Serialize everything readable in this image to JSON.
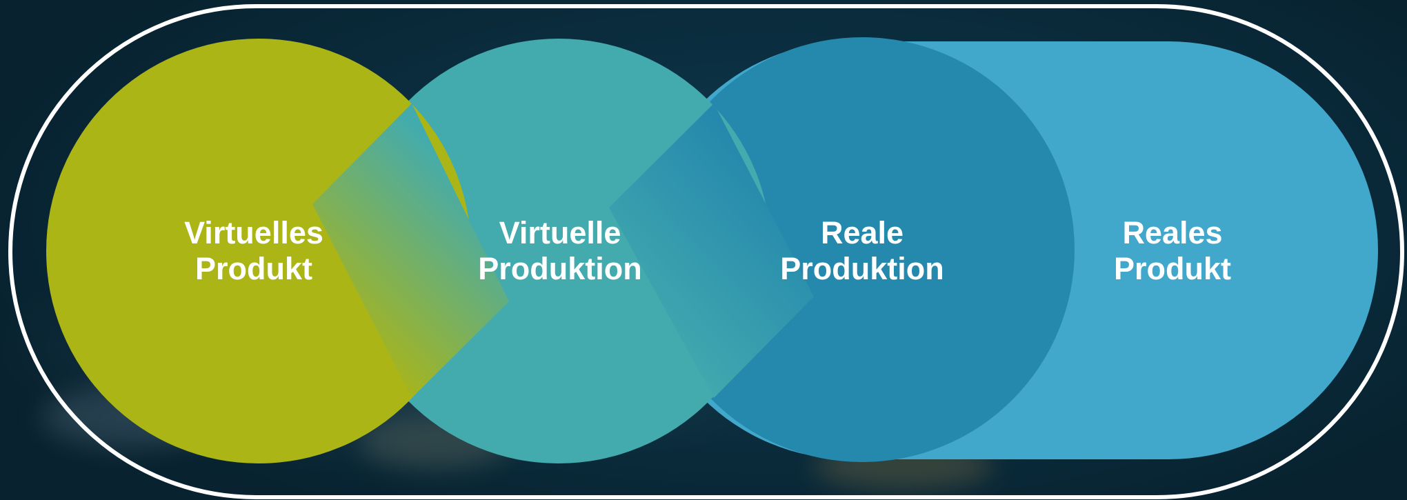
{
  "diagram": {
    "stages": [
      {
        "line1": "Virtuelles",
        "line2": "Produkt",
        "color": "#abb516"
      },
      {
        "line1": "Virtuelle",
        "line2": "Produktion",
        "color": "#43abae"
      },
      {
        "line1": "Reale",
        "line2": "Produktion",
        "color": "#2589ad"
      },
      {
        "line1": "Reales",
        "line2": "Produkt",
        "color": "#41a8cb"
      }
    ],
    "frame_color": "#ffffff",
    "background_color": "#0b3042"
  }
}
